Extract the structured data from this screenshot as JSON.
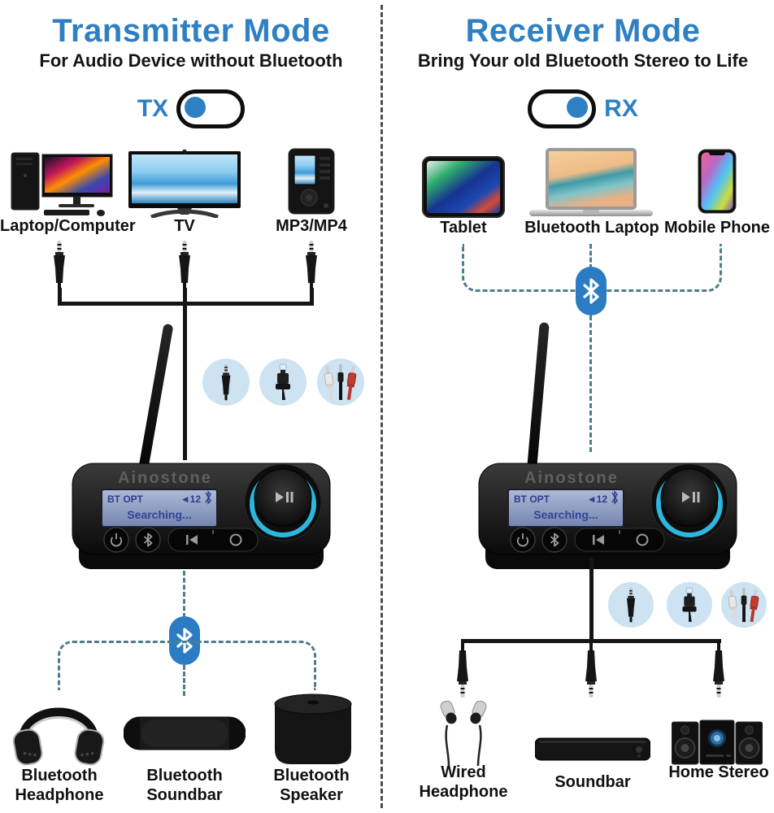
{
  "colors": {
    "accent_blue": "#2e80c3",
    "badge_blue": "#2b7cc2",
    "dash_teal": "#4e7d8c",
    "circle_bg": "#cde3f2",
    "cable_black": "#151515",
    "knob_glow_cyan": "#2fc0ea"
  },
  "left_panel": {
    "title": "Transmitter Mode",
    "subtitle": "For Audio Device without Bluetooth",
    "toggle_label": "TX",
    "toggle_state": "knob-left",
    "sources": [
      "Laptop/Computer",
      "TV",
      "MP3/MP4"
    ],
    "outputs": [
      "Bluetooth Headphone",
      "Bluetooth Soundbar",
      "Bluetooth Speaker"
    ]
  },
  "right_panel": {
    "title": "Receiver Mode",
    "subtitle": "Bring Your old Bluetooth Stereo to Life",
    "toggle_label": "RX",
    "toggle_state": "knob-right",
    "sources": [
      "Tablet",
      "Bluetooth Laptop",
      "Mobile Phone"
    ],
    "outputs": [
      "Wired Headphone",
      "Soundbar",
      "Home Stereo"
    ]
  },
  "device": {
    "brand": "Ainostone",
    "display": {
      "status": "BT OPT",
      "volume": "◄12",
      "message": "Searching..."
    }
  },
  "icons": {
    "bluetooth": "ᛒ",
    "power": "⏻",
    "play_pause": "▶❚❚",
    "connectors": [
      "aux-3.5mm-plug",
      "optical-toslink-plug",
      "rca-plugs"
    ]
  }
}
